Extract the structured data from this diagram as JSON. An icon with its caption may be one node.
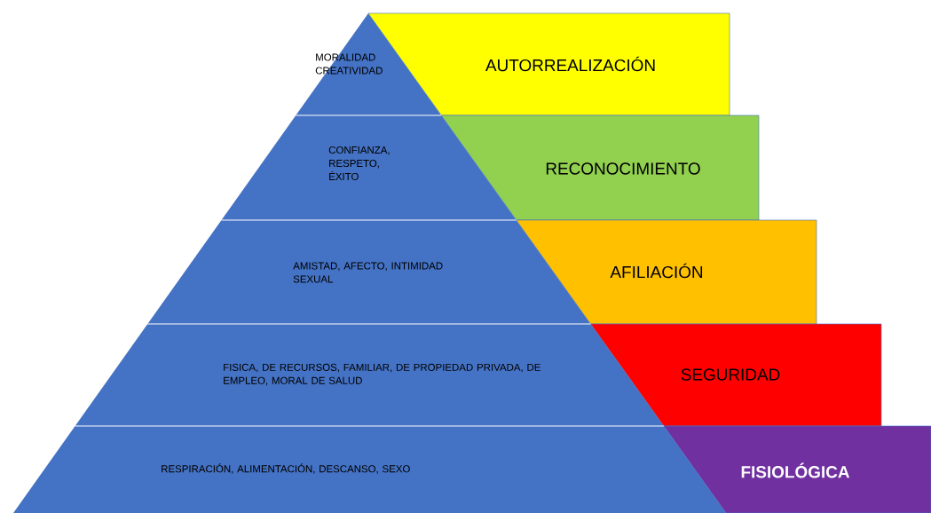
{
  "diagram": {
    "nodes": [
      {
        "text": [
          "MORALIDAD CREATIVIDAD"
        ]
      },
      {
        "text": [
          "AUTORREALIZACIÓN"
        ]
      },
      {
        "text": [
          "CONFIANZA, RESPETO, ÉXITO"
        ]
      },
      {
        "text": [
          "RECONOCIMIENTO"
        ]
      },
      {
        "text": [
          "AMISTAD, AFECTO, INTIMIDAD SEXUAL"
        ]
      },
      {
        "text": [
          "AFILIACIÓN"
        ]
      },
      {
        "text": [
          "FISICA, DE RECURSOS, FAMILIAR, DE PROPIEDAD PRIVADA, DE EMPLEO, MORAL DE SALUD"
        ]
      },
      {
        "text": [
          "SEGURIDAD"
        ]
      },
      {
        "text": [
          "RESPIRACIÓN, ALIMENTACIÓN, DESCANSO, SEXO"
        ]
      },
      {
        "text": [
          "FISIOLÓGICA"
        ]
      }
    ]
  }
}
